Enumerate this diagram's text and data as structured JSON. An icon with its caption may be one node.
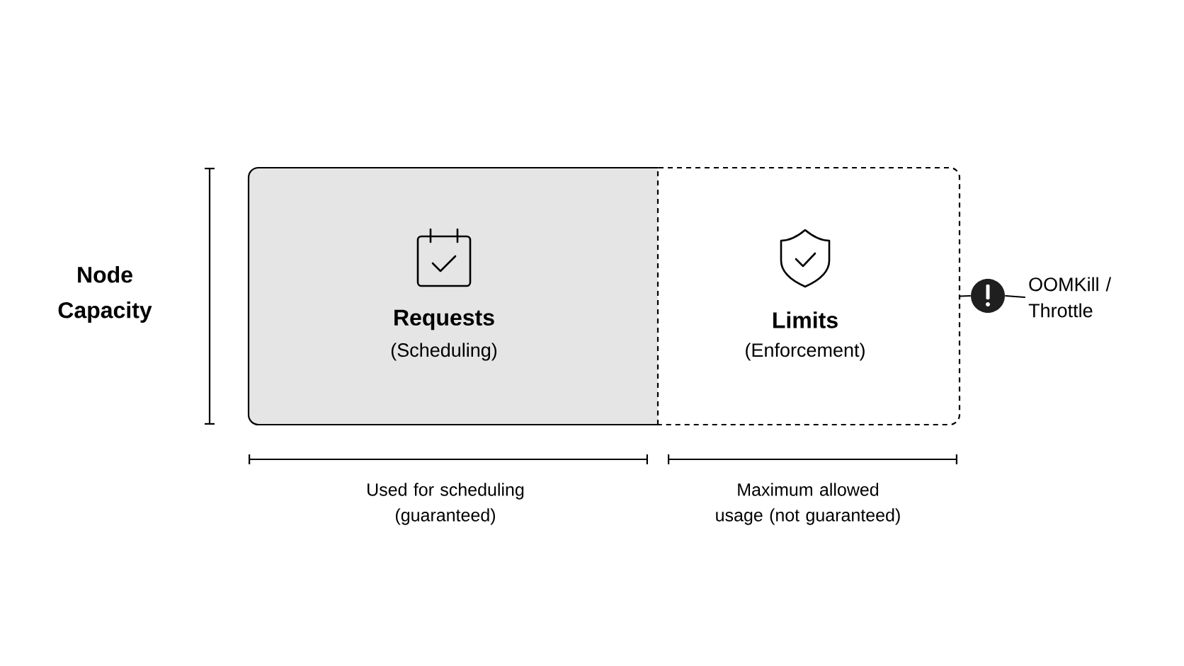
{
  "diagram": {
    "nodes": [
      {
        "text": [
          "Requests",
          "(Scheduling)"
        ]
      },
      {
        "text": [
          "Limits",
          "(Enforcement)"
        ]
      },
      {
        "text": [],
        "shape": "circle"
      },
      {
        "text": [
          "OOMKill / Throttle"
        ]
      }
    ],
    "edges": [
      {
        "from": 1,
        "to": 2,
        "arrow": "none"
      },
      {
        "from": 2,
        "to": 3,
        "arrow": "none"
      }
    ],
    "labels": [
      "Node Capacity",
      "Used for scheduling (guaranteed)",
      "Maximum allowed usage (not guaranteed)"
    ]
  }
}
